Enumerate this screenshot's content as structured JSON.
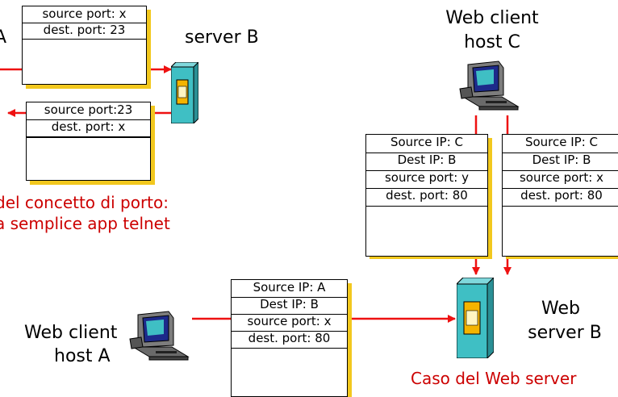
{
  "top_left": {
    "host_label_fragment": "A",
    "server_label": "server B",
    "packet_out": {
      "rows": [
        "source port: x",
        "dest. port: 23"
      ]
    },
    "packet_back": {
      "rows": [
        "source port:23",
        "dest. port: x"
      ]
    },
    "caption_line1": "del concetto di porto:",
    "caption_line2": "a semplice app telnet"
  },
  "host_c": {
    "label_line1": "Web client",
    "label_line2": "host C",
    "packet_left": {
      "rows": [
        "Source IP: C",
        "Dest IP: B",
        "source port: y",
        "dest. port: 80"
      ]
    },
    "packet_right": {
      "rows": [
        "Source IP: C",
        "Dest IP: B",
        "source port: x",
        "dest. port: 80"
      ]
    }
  },
  "host_a": {
    "label_line1": "Web client",
    "label_line2": "host A",
    "packet": {
      "rows": [
        "Source IP: A",
        "Dest IP: B",
        "source port: x",
        "dest. port: 80"
      ]
    }
  },
  "web_server": {
    "label_line1": "Web",
    "label_line2": "server B",
    "caption": "Caso del Web server"
  },
  "colors": {
    "arrow": "#ee1111",
    "caption": "#cc0000",
    "packet_shadow": "#f2c81e",
    "server_body": "#3fbfc4",
    "server_panel": "#f4b400"
  },
  "icons": [
    "computer-icon",
    "server-icon"
  ]
}
